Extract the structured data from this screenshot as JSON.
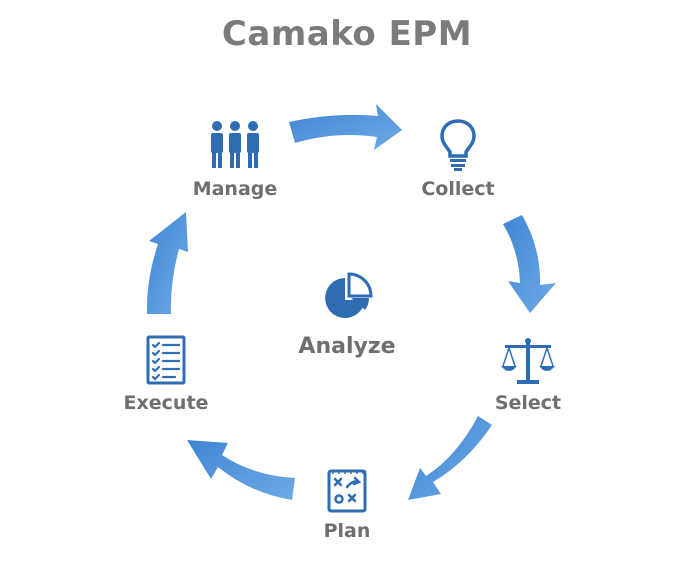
{
  "title": "Camako EPM",
  "colors": {
    "arrow": "#4a8fd6",
    "icon": "#2e6db4",
    "label": "#6f6f6f",
    "title": "#7b7b7b"
  },
  "steps": [
    {
      "label": "Manage",
      "icon": "people-icon"
    },
    {
      "label": "Collect",
      "icon": "lightbulb-icon"
    },
    {
      "label": "Select",
      "icon": "scales-icon"
    },
    {
      "label": "Plan",
      "icon": "strategy-board-icon"
    },
    {
      "label": "Execute",
      "icon": "checklist-icon"
    }
  ],
  "center": {
    "label": "Analyze",
    "icon": "pie-chart-icon"
  }
}
